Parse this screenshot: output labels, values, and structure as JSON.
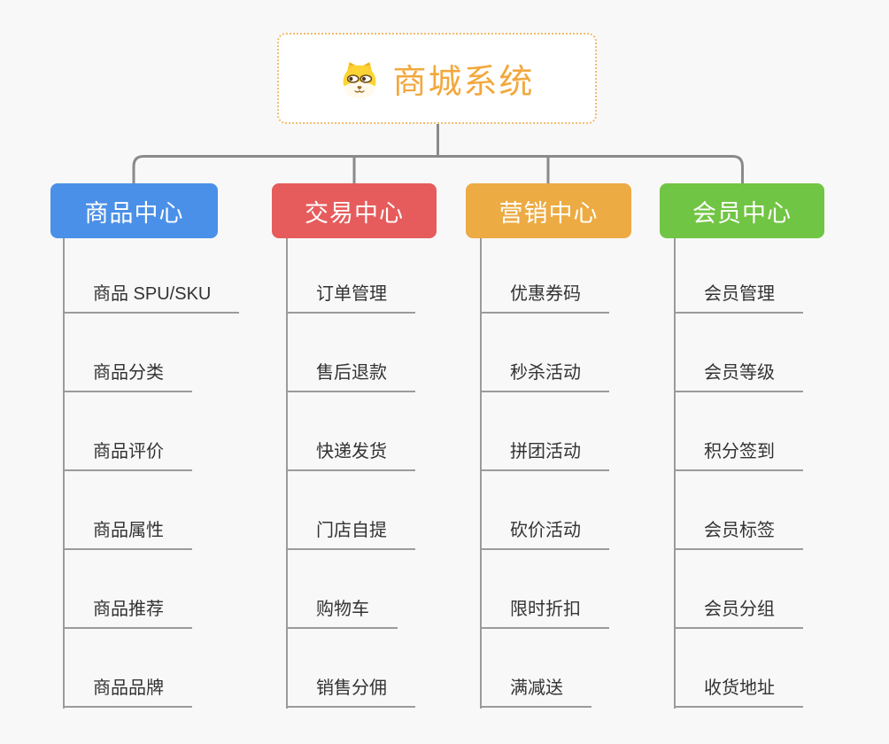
{
  "root": {
    "title": "商城系统",
    "icon": "shiba-dog-icon",
    "accent_color": "#f2a83d",
    "border_color": "#f0bd6e",
    "background": "#ffffff"
  },
  "connectors": {
    "top_link_color": "#8a8a8a",
    "branch_line_color": "#9b9b9b"
  },
  "branches": [
    {
      "label": "商品中心",
      "color": "#4a90e8",
      "items": [
        "商品 SPU/SKU",
        "商品分类",
        "商品评价",
        "商品属性",
        "商品推荐",
        "商品品牌"
      ]
    },
    {
      "label": "交易中心",
      "color": "#e65c5c",
      "items": [
        "订单管理",
        "售后退款",
        "快递发货",
        "门店自提",
        "购物车",
        "销售分佣"
      ]
    },
    {
      "label": "营销中心",
      "color": "#ecab43",
      "items": [
        "优惠券码",
        "秒杀活动",
        "拼团活动",
        "砍价活动",
        "限时折扣",
        "满减送"
      ]
    },
    {
      "label": "会员中心",
      "color": "#71c544",
      "items": [
        "会员管理",
        "会员等级",
        "积分签到",
        "会员标签",
        "会员分组",
        "收货地址"
      ]
    }
  ]
}
